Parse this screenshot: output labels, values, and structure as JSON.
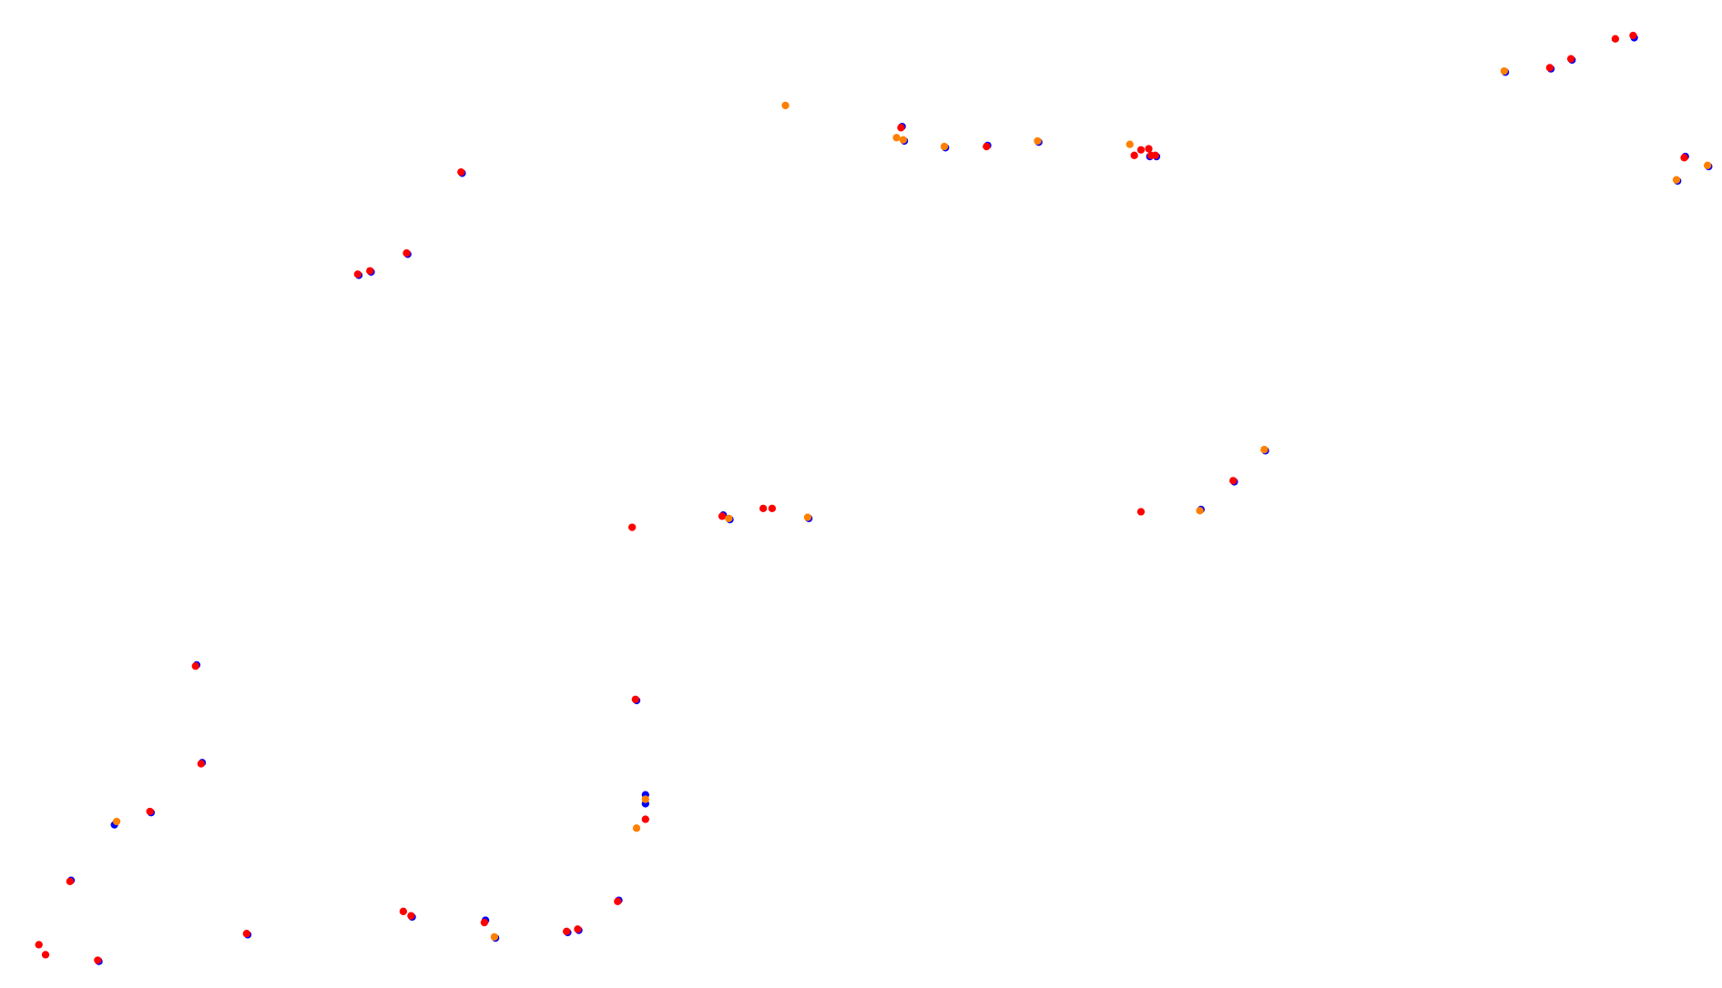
{
  "chart_data": {
    "type": "scatter",
    "title": "",
    "xlabel": "",
    "ylabel": "",
    "axes_visible": false,
    "grid": false,
    "legend": "none",
    "xlim": [
      0,
      1550
    ],
    "ylim": [
      0,
      890
    ],
    "y_inverted": true,
    "series": [
      {
        "color": "#0000ff",
        "points": [
          [
            1355,
            65
          ],
          [
            1396,
            62
          ],
          [
            1415,
            54
          ],
          [
            1471,
            34
          ],
          [
            1517,
            141
          ],
          [
            1538,
            150
          ],
          [
            1510,
            163
          ],
          [
            812,
            114
          ],
          [
            814,
            127
          ],
          [
            851,
            133
          ],
          [
            889,
            131
          ],
          [
            935,
            128
          ],
          [
            1041,
            141
          ],
          [
            1035,
            141
          ],
          [
            416,
            156
          ],
          [
            367,
            229
          ],
          [
            334,
            245
          ],
          [
            323,
            248
          ],
          [
            651,
            464
          ],
          [
            657,
            468
          ],
          [
            728,
            467
          ],
          [
            1081,
            459
          ],
          [
            1111,
            434
          ],
          [
            1139,
            406
          ],
          [
            177,
            599
          ],
          [
            182,
            687
          ],
          [
            136,
            732
          ],
          [
            103,
            743
          ],
          [
            64,
            793
          ],
          [
            89,
            866
          ],
          [
            223,
            842
          ],
          [
            371,
            826
          ],
          [
            437,
            829
          ],
          [
            446,
            845
          ],
          [
            511,
            840
          ],
          [
            521,
            838
          ],
          [
            557,
            811
          ],
          [
            573,
            631
          ],
          [
            581,
            716
          ],
          [
            581,
            724
          ]
        ]
      },
      {
        "color": "#ff0000",
        "points": [
          [
            1395,
            61
          ],
          [
            1414,
            53
          ],
          [
            1454,
            35
          ],
          [
            1470,
            32
          ],
          [
            1516,
            142
          ],
          [
            811,
            115
          ],
          [
            888,
            132
          ],
          [
            1021,
            140
          ],
          [
            1027,
            135
          ],
          [
            1034,
            134
          ],
          [
            1036,
            140
          ],
          [
            1040,
            140
          ],
          [
            415,
            155
          ],
          [
            366,
            228
          ],
          [
            333,
            244
          ],
          [
            322,
            247
          ],
          [
            569,
            475
          ],
          [
            650,
            465
          ],
          [
            687,
            458
          ],
          [
            695,
            458
          ],
          [
            1027,
            461
          ],
          [
            1110,
            433
          ],
          [
            176,
            600
          ],
          [
            181,
            688
          ],
          [
            135,
            731
          ],
          [
            63,
            794
          ],
          [
            35,
            851
          ],
          [
            41,
            860
          ],
          [
            88,
            865
          ],
          [
            222,
            841
          ],
          [
            363,
            821
          ],
          [
            370,
            825
          ],
          [
            436,
            831
          ],
          [
            510,
            839
          ],
          [
            520,
            837
          ],
          [
            556,
            812
          ],
          [
            572,
            630
          ],
          [
            581,
            738
          ]
        ]
      },
      {
        "color": "#ff8000",
        "points": [
          [
            1354,
            64
          ],
          [
            1537,
            149
          ],
          [
            1509,
            162
          ],
          [
            707,
            95
          ],
          [
            807,
            124
          ],
          [
            813,
            126
          ],
          [
            850,
            132
          ],
          [
            934,
            127
          ],
          [
            1017,
            130
          ],
          [
            656,
            467
          ],
          [
            727,
            466
          ],
          [
            1080,
            460
          ],
          [
            1138,
            405
          ],
          [
            105,
            740
          ],
          [
            445,
            844
          ],
          [
            581,
            720
          ],
          [
            573,
            746
          ]
        ]
      }
    ]
  }
}
